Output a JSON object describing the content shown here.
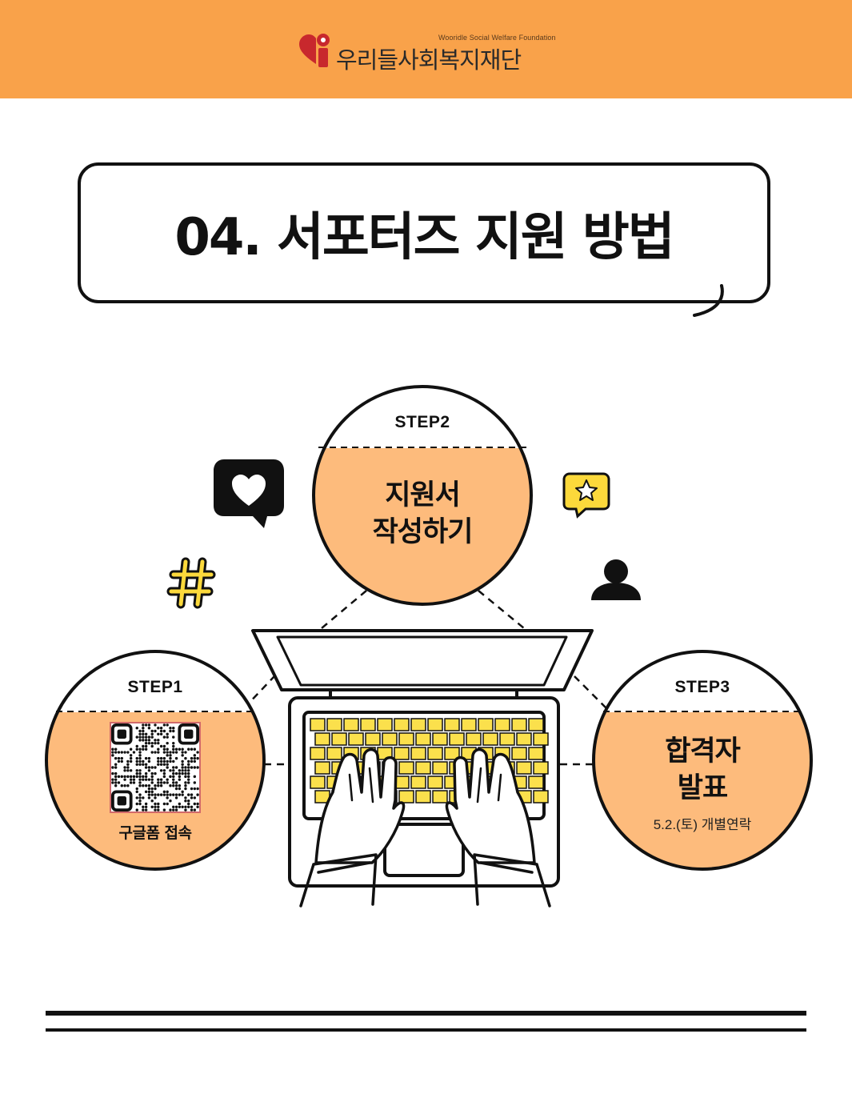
{
  "header": {
    "logo_name": "우리들사회복지재단",
    "logo_sub": "Wooridle Social Welfare Foundation",
    "brand_color": "#f9a24a"
  },
  "title": {
    "text": "04. 서포터즈 지원 방법"
  },
  "steps": [
    {
      "label": "STEP1",
      "caption": "구글폼 접속"
    },
    {
      "label": "STEP2",
      "line1": "지원서",
      "line2": "작성하기"
    },
    {
      "label": "STEP3",
      "line1": "합격자",
      "line2": "발표",
      "sub": "5.2.(토) 개별연락"
    }
  ],
  "colors": {
    "circle_fill": "#fdbb7c",
    "keyboard": "#fbe04c",
    "icon_yellow": "#fcd93b",
    "ink": "#111111"
  },
  "icons": [
    "heart-chat-icon",
    "star-chat-icon",
    "hashtag-icon",
    "user-icon",
    "laptop-illustration",
    "qr-code"
  ]
}
